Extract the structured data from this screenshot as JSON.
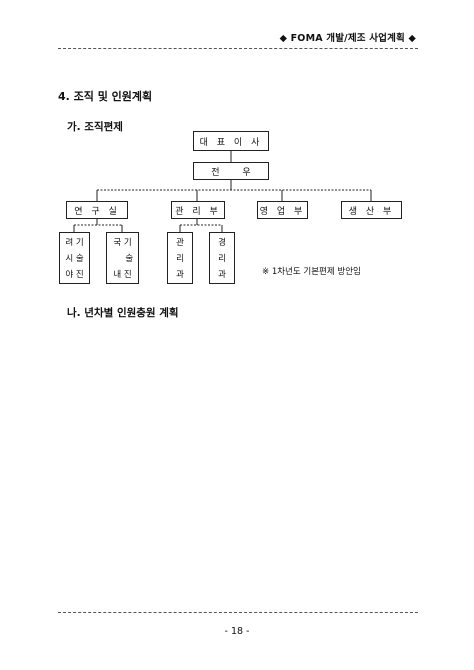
{
  "header": {
    "title": "◆ FOMA 개발/제조 사업계획 ◆"
  },
  "section": {
    "title": "4. 조직 및 인원계획"
  },
  "sub_a": {
    "title": "가. 조직편제"
  },
  "org": {
    "ceo": "대 표 이 사",
    "exec": "전        우",
    "depts": [
      "연 구 실",
      "관 리 부",
      "영 업 부",
      "생 산 부"
    ],
    "teams": [
      [
        "려 기",
        "시 술",
        "야 진"
      ],
      [
        "국 기",
        "     술",
        "내 진"
      ],
      [
        "관",
        "리",
        "과"
      ],
      [
        "경",
        "리",
        "과"
      ]
    ],
    "note": "※ 1차년도 기본편제 방안임"
  },
  "sub_b": {
    "title": "나. 년차별 인원충원 계획"
  },
  "footer": {
    "page": "- 18 -"
  }
}
